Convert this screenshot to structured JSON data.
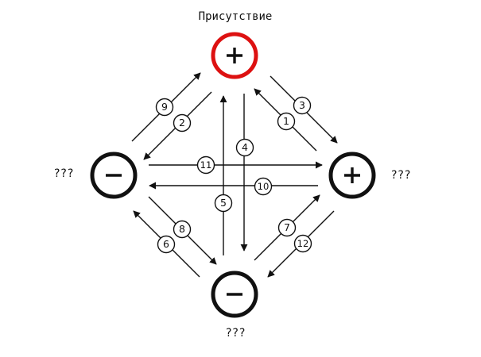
{
  "labels": {
    "top": "Присутствие",
    "left": "???",
    "right": "???",
    "bottom": "???"
  },
  "nodes": {
    "top": {
      "sign": "+",
      "ring_color": "#dd1111"
    },
    "left": {
      "sign": "−",
      "ring_color": "#111111"
    },
    "right": {
      "sign": "+",
      "ring_color": "#111111"
    },
    "bottom": {
      "sign": "−",
      "ring_color": "#111111"
    }
  },
  "transitions": [
    {
      "n": "1",
      "from": "right",
      "to": "top"
    },
    {
      "n": "2",
      "from": "top",
      "to": "left"
    },
    {
      "n": "3",
      "from": "top",
      "to": "right"
    },
    {
      "n": "4",
      "from": "top",
      "to": "bottom"
    },
    {
      "n": "5",
      "from": "bottom",
      "to": "top"
    },
    {
      "n": "6",
      "from": "bottom",
      "to": "left"
    },
    {
      "n": "7",
      "from": "bottom",
      "to": "right"
    },
    {
      "n": "8",
      "from": "left",
      "to": "bottom"
    },
    {
      "n": "9",
      "from": "left",
      "to": "top"
    },
    {
      "n": "10",
      "from": "right",
      "to": "left"
    },
    {
      "n": "11",
      "from": "left",
      "to": "right"
    },
    {
      "n": "12",
      "from": "right",
      "to": "bottom"
    }
  ]
}
